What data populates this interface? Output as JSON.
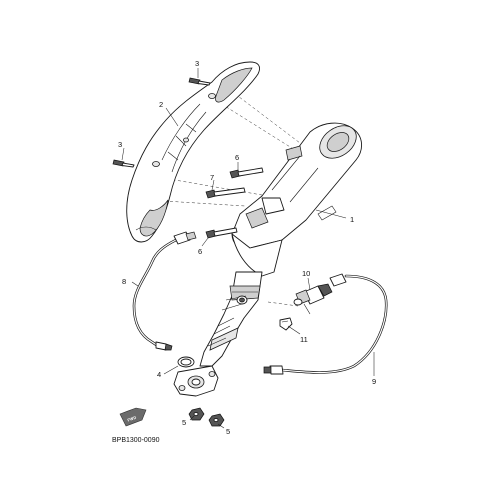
{
  "diagram": {
    "drawing_code": "BPB1300-0090",
    "direction_tag": "FWD",
    "callouts": [
      {
        "id": "c1",
        "label": "1"
      },
      {
        "id": "c2",
        "label": "2"
      },
      {
        "id": "c3a",
        "label": "3"
      },
      {
        "id": "c3b",
        "label": "3"
      },
      {
        "id": "c4",
        "label": "4"
      },
      {
        "id": "c5a",
        "label": "5"
      },
      {
        "id": "c5b",
        "label": "5"
      },
      {
        "id": "c6a",
        "label": "6"
      },
      {
        "id": "c6b",
        "label": "6"
      },
      {
        "id": "c7",
        "label": "7"
      },
      {
        "id": "c8",
        "label": "8"
      },
      {
        "id": "c9",
        "label": "9"
      },
      {
        "id": "c10",
        "label": "10"
      },
      {
        "id": "c11",
        "label": "11"
      }
    ]
  }
}
